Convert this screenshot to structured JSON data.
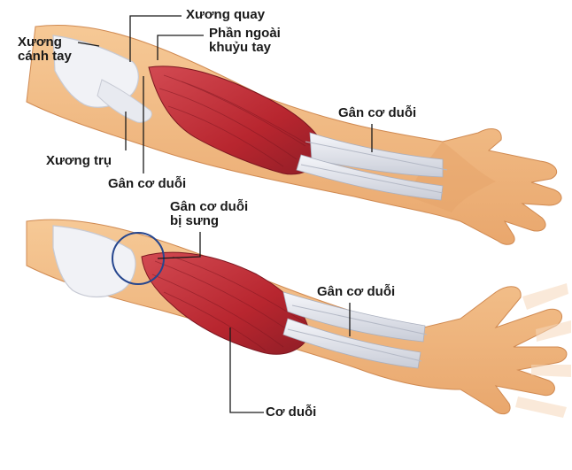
{
  "labels": {
    "upper": {
      "xuong_canh_tay": [
        "Xương",
        "cánh tay"
      ],
      "xuong_quay": "Xương quay",
      "phan_ngoai_khuyu_tay": [
        "Phần ngoài",
        "khuỷu tay"
      ],
      "gan_co_duoi_right": "Gân cơ duỗi",
      "xuong_tru": "Xương trụ",
      "gan_co_duoi_bottom": "Gân cơ duỗi"
    },
    "lower": {
      "gan_co_duoi_bi_sung": [
        "Gân cơ duỗi",
        "bị sưng"
      ],
      "gan_co_duoi_right": "Gân cơ duỗi",
      "co_duoi": "Cơ duỗi"
    }
  },
  "colors": {
    "skin": "#f0b883",
    "skin_shade": "#e19d62",
    "muscle": "#c2303a",
    "muscle_dark": "#8f1d26",
    "tendon": "#dfe2ea",
    "bone": "#f1f2f6",
    "highlight_circle": "#26468e",
    "leader_line": "#1a1a1a"
  }
}
